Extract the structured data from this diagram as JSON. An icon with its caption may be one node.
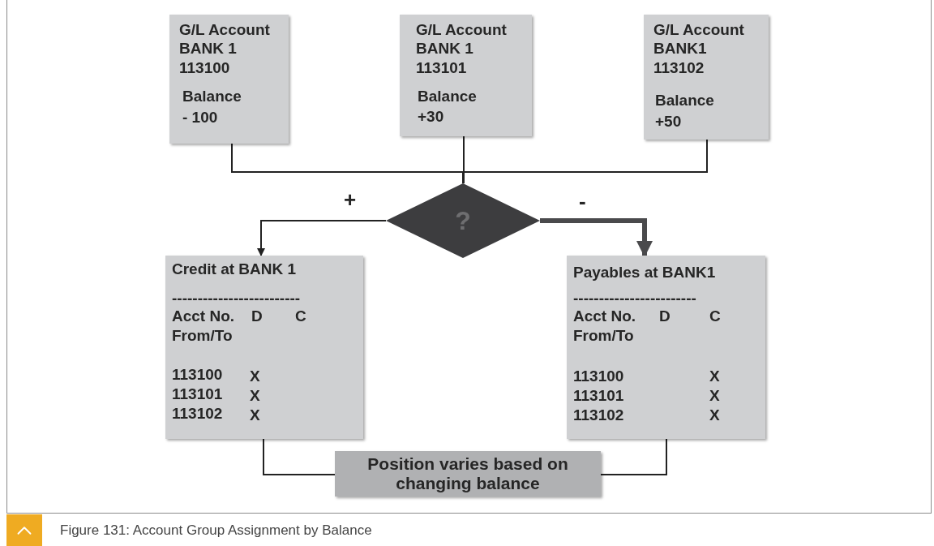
{
  "diagram": {
    "caption": "Figure 131: Account Group Assignment by Balance",
    "nodes": [
      {
        "text": [
          "G/L Account",
          "BANK 1",
          "113100",
          "Balance",
          "- 100"
        ]
      },
      {
        "text": [
          "G/L Account",
          "BANK 1",
          "113101",
          "Balance",
          "+30"
        ]
      },
      {
        "text": [
          "G/L Account",
          "BANK1",
          "113102",
          "Balance",
          "+50"
        ]
      },
      {
        "text": [
          "?"
        ]
      },
      {
        "text": [
          "Credit at BANK 1",
          "-------------------------",
          "Acct No.",
          "D",
          "C",
          "From/To",
          "113100",
          "X",
          "113101",
          "X",
          "113102",
          "X"
        ]
      },
      {
        "text": [
          "Payables at BANK1",
          "------------------------",
          "Acct No.",
          "D",
          "C",
          "From/To",
          "113100",
          "X",
          "113101",
          "X",
          "113102",
          "X"
        ]
      },
      {
        "text": [
          "Position varies based on changing balance"
        ]
      }
    ],
    "edges": [
      {
        "from": 0,
        "to": 3,
        "arrow": "none"
      },
      {
        "from": 1,
        "to": 3,
        "arrow": "none"
      },
      {
        "from": 2,
        "to": 3,
        "arrow": "none"
      },
      {
        "from": 3,
        "to": 4,
        "arrow": "to",
        "label": "+"
      },
      {
        "from": 3,
        "to": 5,
        "arrow": "to",
        "label": "-",
        "style": "thick",
        "color": "#4a4a4c"
      },
      {
        "from": 4,
        "to": 6,
        "arrow": "none"
      },
      {
        "from": 5,
        "to": 6,
        "arrow": "none"
      }
    ]
  }
}
